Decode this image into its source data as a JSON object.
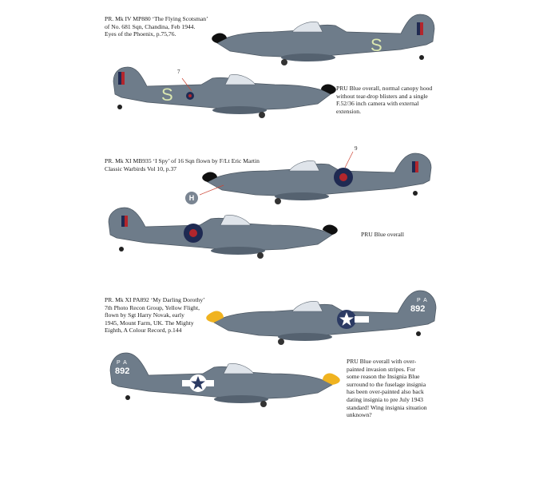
{
  "colors": {
    "pru_blue": "#6e7c8a",
    "pru_blue_dark": "#556270",
    "canopy": "#dfe4ea",
    "roundel_blue": "#1f2a52",
    "roundel_red": "#b3262c",
    "usaaf_blue": "#2b3a63",
    "spinner_black": "#101010",
    "spinner_yellow": "#f0b320",
    "code_light": "#dbe7b0",
    "code_white": "#ffffff"
  },
  "sections": [
    {
      "caption": "PR. Mk IV MP880 ‘The Flying Scotsman’\nof No. 681 Sqn, Chandina, Feb 1944.\nEyes of the Phoenix, p.75,76.",
      "note": "PRU Blue overall, normal canopy hood\nwithout tear-drop blisters and a single\nF.52/36 inch camera with external\nextension.",
      "callout_number": "7",
      "fuselage_code": "S"
    },
    {
      "caption": "PR. Mk XI MB935 ‘I Spy’ of 16 Sqn flown by F/Lt Eric Martin\nClassic Warbirds Vol 10, p.37",
      "note": "PRU Blue overall",
      "callout_number": "9",
      "tag_letter": "H"
    },
    {
      "caption": "PR. Mk XI PA892 ‘My Darling Dorothy’\n7th Photo Recon Group, Yellow Flight,\nflown by Sgt Harry Novak, early\n1945, Mount Farm, UK. The Mighty\nEighth, A Colour Record, p.144",
      "note": "PRU Blue overall with over-\npainted invasion stripes. For\nsome reason the Insignia Blue\nsurround to the fuselage insignia\nhas been over-painted also back\ndating insignia to pre July 1943\nstandard! Wing insignia situation\nunknown?",
      "tail_code_letters": "PA",
      "tail_number": "892"
    }
  ]
}
